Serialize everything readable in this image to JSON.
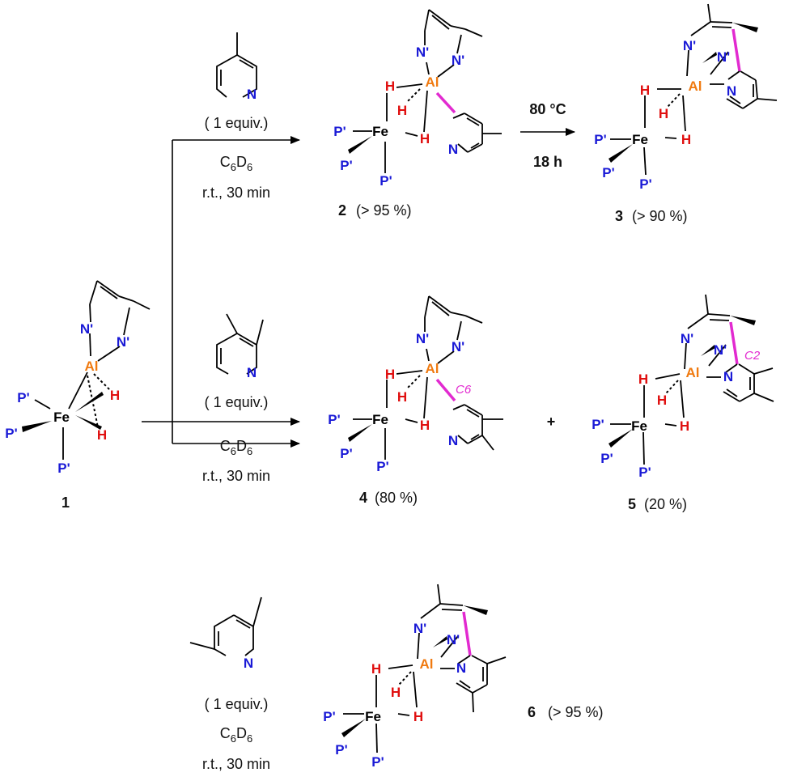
{
  "colors": {
    "bond": "#000000",
    "phosphorus": "#1a1ad6",
    "nitrogen": "#1a1ad6",
    "aluminum": "#f07a10",
    "hydride": "#e01010",
    "new_bond": "#e22ad0"
  },
  "atoms": {
    "P": "P'",
    "N_prime": "N'",
    "N": "N",
    "Al": "Al",
    "Fe": "Fe",
    "H": "H"
  },
  "reagent_equiv": "( 1 equiv.)",
  "solvent_main": "C",
  "solvent_sub1": "6",
  "solvent_mid": "D",
  "solvent_sub2": "6",
  "conditions": "r.t., 30 min",
  "step2": {
    "temp": "80 °C",
    "time": "18 h"
  },
  "site_labels": {
    "c6": "C6",
    "c2": "C2"
  },
  "compounds": {
    "c1": {
      "number": "1",
      "yield": ""
    },
    "c2": {
      "number": "2",
      "yield": "(> 95 %)"
    },
    "c3": {
      "number": "3",
      "yield": "(> 90 %)"
    },
    "c4": {
      "number": "4",
      "yield": "(80 %)"
    },
    "c5": {
      "number": "5",
      "yield": "(20 %)"
    },
    "c6": {
      "number": "6",
      "yield": "(> 95 %)"
    }
  },
  "plus_sign": "+"
}
